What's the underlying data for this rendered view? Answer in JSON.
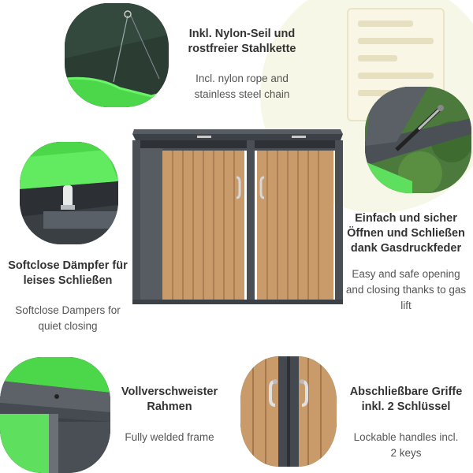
{
  "colors": {
    "frame": "#4a4f55",
    "wood": "#c99a6a",
    "accent_green": "#5ee05e",
    "dark_green": "#2f4338"
  },
  "features": {
    "top_center": {
      "de": [
        "Inkl. Nylon-Seil und",
        "rostfreier Stahlkette"
      ],
      "en": [
        "Incl. nylon rope and",
        "stainless steel chain"
      ]
    },
    "left_middle": {
      "de": [
        "Softclose Dämpfer für",
        "leises Schließen"
      ],
      "en": [
        "Softclose Dampers for",
        "quiet closing"
      ]
    },
    "right_middle": {
      "de": [
        "Einfach und sicher",
        "Öffnen und Schließen",
        "dank Gasdruckfeder"
      ],
      "en": [
        "Easy and safe opening",
        "and closing thanks to gas",
        "lift"
      ]
    },
    "bottom_left": {
      "de": [
        "Vollverschweister",
        "Rahmen"
      ],
      "en": [
        "Fully welded frame"
      ]
    },
    "bottom_right": {
      "de": [
        "Abschließbare Griffe",
        "inkl. 2 Schlüssel"
      ],
      "en": [
        "Lockable handles incl.",
        "2 keys"
      ]
    }
  }
}
